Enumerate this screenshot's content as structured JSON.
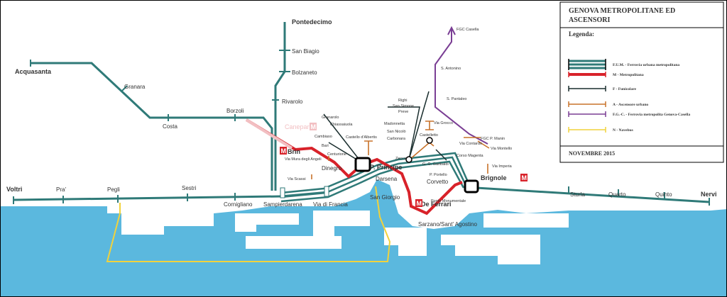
{
  "colors": {
    "sea": "#5bb8de",
    "fum": "#2f7a78",
    "metro": "#d8222a",
    "funicolare": "#1a2e2e",
    "ascensore": "#c8722a",
    "fgc": "#7a3e94",
    "navebus": "#f1d23c"
  },
  "legend": {
    "title": "GENOVA METROPOLITANE ED ASCENSORI",
    "heading": "Legenda:",
    "items": [
      {
        "type": "fum",
        "label": "F.U.M. - Ferrovia urbana metropolitana"
      },
      {
        "type": "metro",
        "label": "M - Metropolitana"
      },
      {
        "type": "funicolare",
        "label": "F - Funicolare"
      },
      {
        "type": "ascensore",
        "label": "A - Ascensore urbano"
      },
      {
        "type": "fgc",
        "label": "F.G.-C. - Ferrovia metropolita Genova-Casella"
      },
      {
        "type": "navebus",
        "label": "N - Navebus"
      }
    ],
    "date": "NOVEMBRE 2015"
  },
  "stations": {
    "voltri": "Voltri",
    "pra": "Pra'",
    "pegli": "Pegli",
    "sestri": "Sestri",
    "cornigliano": "Cornigliano",
    "sampierdarena": "Sampierdarena",
    "via_di_francia": "Via di Francia",
    "acquasanta": "Acquasanta",
    "granara": "Granara",
    "costa": "Costa",
    "borzoli": "Borzoli",
    "pontedecimo": "Pontedecimo",
    "san_biagio": "San Biagio",
    "bolzaneto": "Bolzaneto",
    "rivarolo": "Rivarolo",
    "canepari": "Canepari",
    "brin": "Brin",
    "dinegro": "Dinegro",
    "p_principe": "P. Principe",
    "darsena": "Darsena",
    "san_giorgio": "San Giorgio",
    "de_ferrari": "De Ferrari",
    "sarzano": "Sarzano/Sant' Agostino",
    "corvetto": "Corvetto",
    "brignole": "Brignole",
    "sturla": "Sturla",
    "quarto": "Quarto",
    "quinto": "Quinto",
    "nervi": "Nervi",
    "fgc_casella": "FGC Casella",
    "s_antonino": "S. Antonino",
    "s_pantaleo": "S. Pantaleo",
    "fgc_p_manin": "FGC P. Manin",
    "granarolo": "Granarolo",
    "chiassaiuola": "Chiassaiuola",
    "cambiaso": "Cambiaso",
    "bari": "Bari",
    "centurione": "Centurione",
    "castello_albertis": "Castello d'Albertis",
    "via_mura_angeli": "Via Mura degli Angeli",
    "via_scassi": "Via Scassi",
    "righi": "Righi",
    "san_simone": "San Simone",
    "preve": "Preve",
    "madonnetta": "Madonnetta",
    "san_nicolo": "San Nicolò",
    "carbonara": "Carbonara",
    "zecca": "Zecca",
    "via_grocco": "Via Grocco",
    "castelletto": "Castelletto",
    "gg_garibaldi": "G. G. Garibaldi",
    "p_portello": "P. Portello",
    "via_contardo": "Via Contardo",
    "via_montello": "Via Montello",
    "corso_magenta": "Corso Magenta",
    "via_imperia": "Via Imperia",
    "ponte_monumentale": "Ponte Monumentale"
  }
}
